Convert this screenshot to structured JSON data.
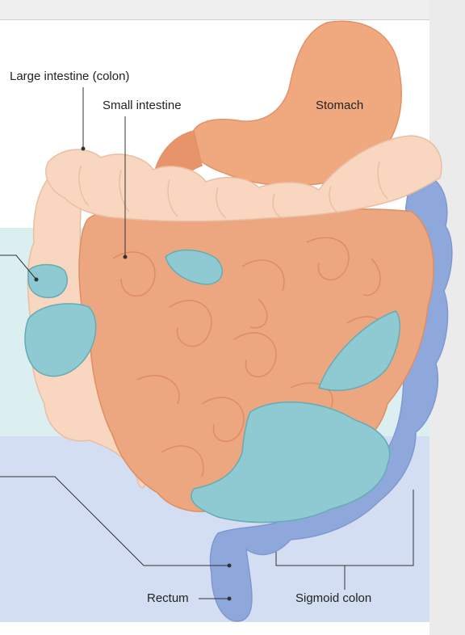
{
  "labels": {
    "large_intestine": "Large intestine (colon)",
    "small_intestine": "Small intestine",
    "stomach": "Stomach",
    "rectum": "Rectum",
    "sigmoid_colon": "Sigmoid colon"
  },
  "colors": {
    "stomach": "#f0a87e",
    "small_intestine": "#eda780",
    "large_intestine": "#f8d6bf",
    "descending_colon": "#8fa8dc",
    "highlight": "#8fc9d2",
    "band_light": "#dbeef0",
    "band_blue": "#d3def2"
  }
}
